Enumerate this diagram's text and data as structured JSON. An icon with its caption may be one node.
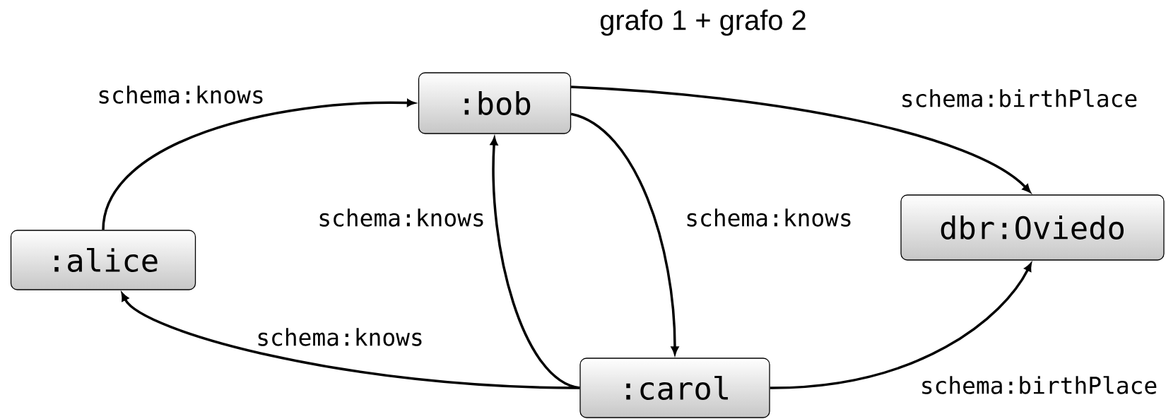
{
  "diagram": {
    "title": "grafo 1 + grafo 2",
    "nodes": [
      {
        "text": [
          ":alice"
        ]
      },
      {
        "text": [
          ":bob"
        ]
      },
      {
        "text": [
          "dbr:Oviedo"
        ]
      },
      {
        "text": [
          ":carol"
        ]
      }
    ],
    "edges": [
      {
        "from": 0,
        "to": 1,
        "arrow": "to",
        "label": "schema:knows"
      },
      {
        "from": 1,
        "to": 2,
        "arrow": "to",
        "label": "schema:birthPlace"
      },
      {
        "from": 1,
        "to": 3,
        "arrow": "to",
        "label": "schema:knows"
      },
      {
        "from": 3,
        "to": 1,
        "arrow": "to",
        "label": "schema:knows"
      },
      {
        "from": 3,
        "to": 0,
        "arrow": "to",
        "label": "schema:knows"
      },
      {
        "from": 3,
        "to": 2,
        "arrow": "to",
        "label": "schema:birthPlace"
      }
    ]
  }
}
